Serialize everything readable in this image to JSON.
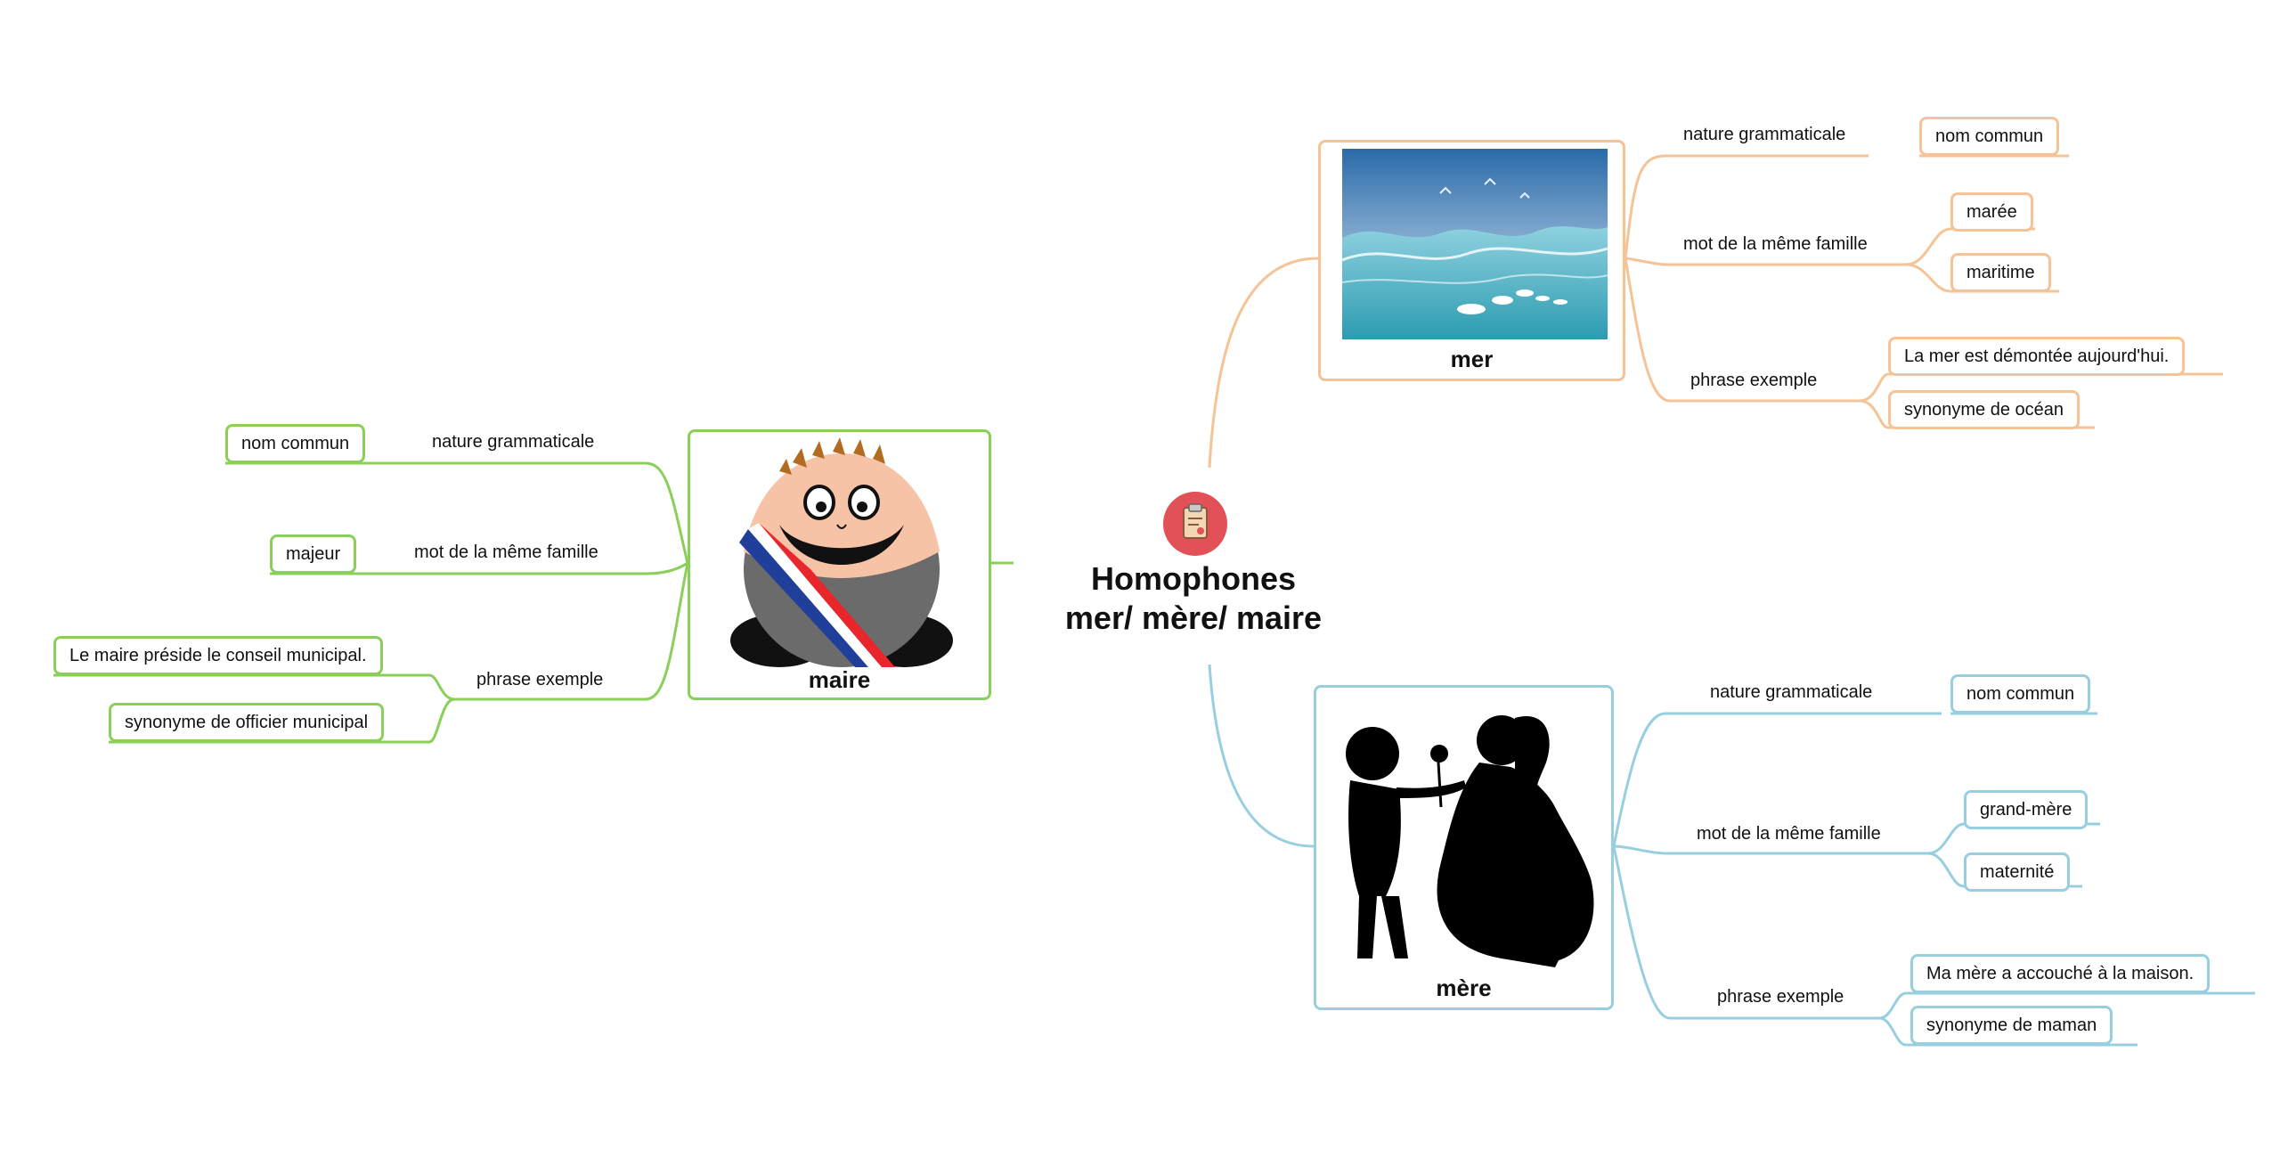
{
  "center": {
    "title_line1": "Homophones",
    "title_line2": "mer/ mère/ maire",
    "icon": "clipboard-icon"
  },
  "colors": {
    "maire": "#8bcf5b",
    "mer": "#f6c396",
    "mere": "#98cfe0",
    "center_icon": "#e25058"
  },
  "maire": {
    "title": "maire",
    "nature_label": "nature grammaticale",
    "nature_value": "nom commun",
    "famille_label": "mot de la même famille",
    "famille_values": [
      "majeur"
    ],
    "phrase_label": "phrase exemple",
    "phrase_values": [
      "Le maire préside le conseil municipal.",
      "synonyme de officier municipal"
    ]
  },
  "mer": {
    "title": "mer",
    "nature_label": "nature grammaticale",
    "nature_value": "nom commun",
    "famille_label": "mot de la même famille",
    "famille_values": [
      "marée",
      "maritime"
    ],
    "phrase_label": "phrase exemple",
    "phrase_values": [
      "La mer est démontée aujourd'hui.",
      "synonyme de océan"
    ]
  },
  "mere": {
    "title": "mère",
    "nature_label": "nature grammaticale",
    "nature_value": "nom commun",
    "famille_label": "mot de la même famille",
    "famille_values": [
      "grand-mère",
      "maternité"
    ],
    "phrase_label": "phrase exemple",
    "phrase_values": [
      "Ma mère a accouché à la maison.",
      "synonyme de maman"
    ]
  }
}
